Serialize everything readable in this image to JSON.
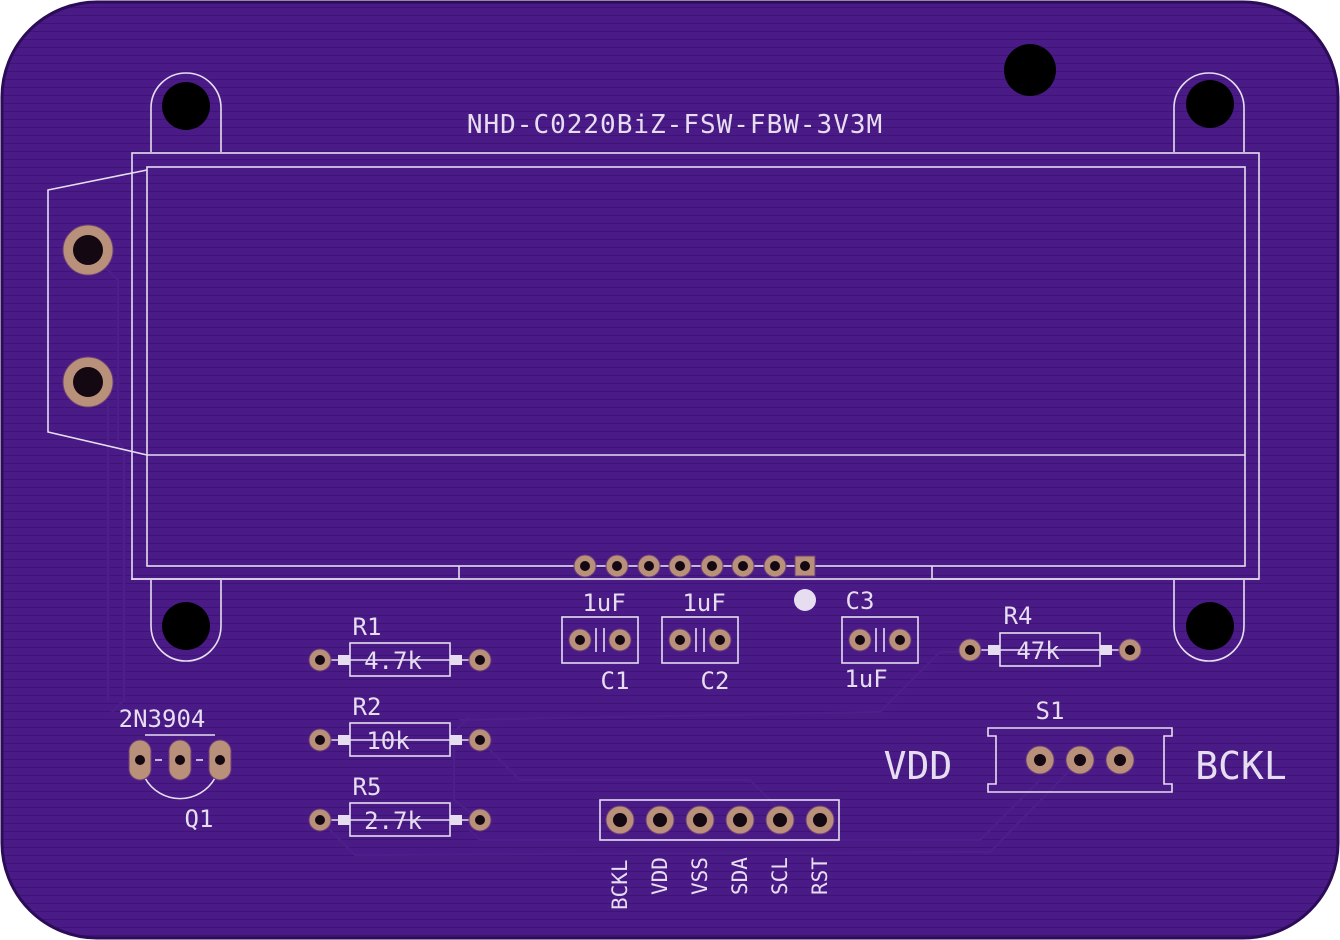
{
  "colors": {
    "board": "#4a1a86",
    "board_edge": "#3a1170",
    "silkscreen": "#e6def0",
    "pad": "#b9907a",
    "drill": "#140812"
  },
  "lcd": {
    "part_number": "NHD-C0220BiZ-FSW-FBW-3V3M"
  },
  "components": {
    "r1": {
      "ref": "R1",
      "value": "4.7k"
    },
    "r2": {
      "ref": "R2",
      "value": "10k"
    },
    "r5": {
      "ref": "R5",
      "value": "2.7k"
    },
    "r4": {
      "ref": "R4",
      "value": "47k"
    },
    "c1": {
      "ref": "C1",
      "value": "1uF"
    },
    "c2": {
      "ref": "C2",
      "value": "1uF"
    },
    "c3": {
      "ref": "C3",
      "value": "1uF"
    },
    "q1": {
      "ref": "Q1",
      "value": "2N3904"
    },
    "s1": {
      "ref": "S1",
      "label_left": "VDD",
      "label_right": "BCKL"
    }
  },
  "header_pins": [
    "BCKL",
    "VDD",
    "VSS",
    "SDA",
    "SCL",
    "RST"
  ]
}
